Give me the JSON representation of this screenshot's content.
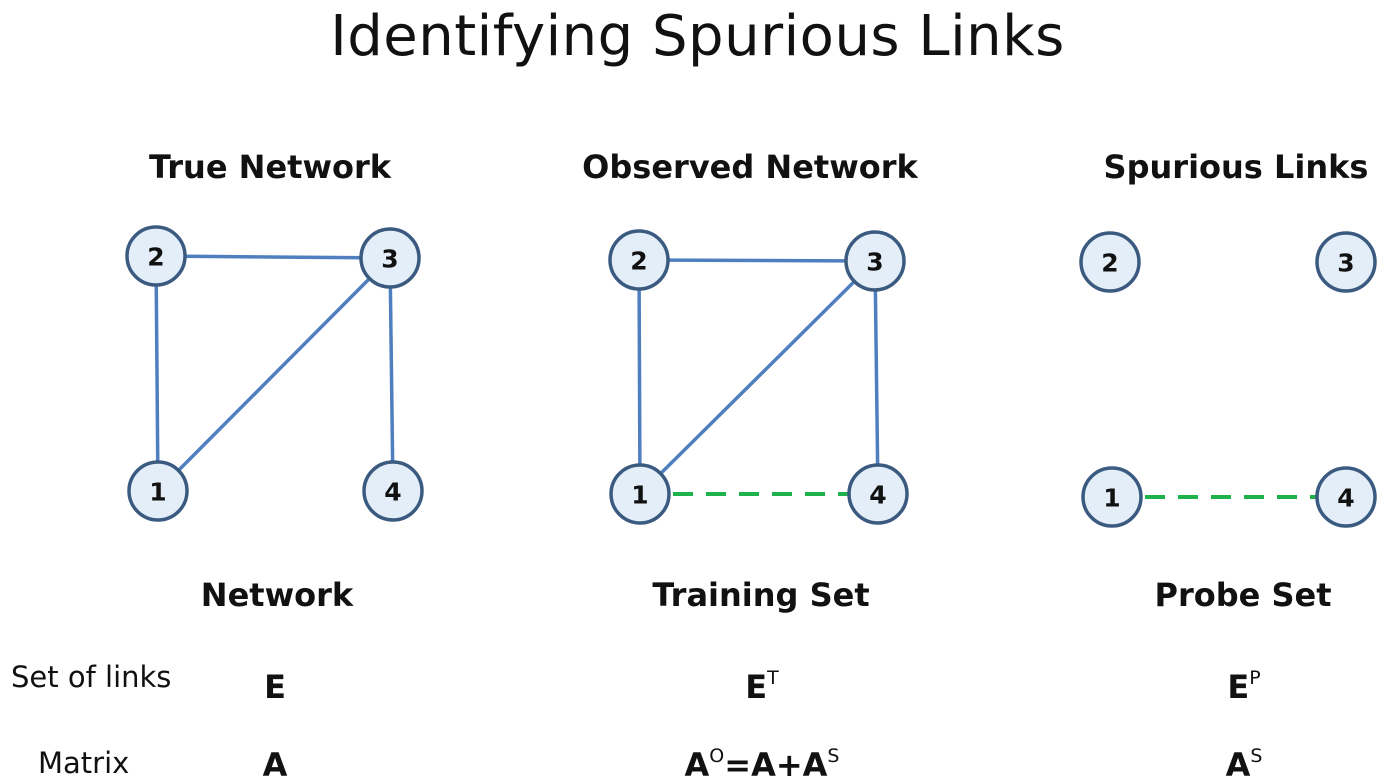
{
  "title": "Identifying Spurious Links",
  "colors": {
    "true_link": "#4f7fbf",
    "spurious_link": "#20b24a",
    "node_fill": "#e3eef9",
    "node_stroke": "#3a5a80"
  },
  "panels": [
    {
      "title": "True Network",
      "set_name": "Network",
      "set_symbol": {
        "base": "E",
        "sup": ""
      },
      "matrix_symbol": {
        "base": "A",
        "sup": "",
        "rest": "",
        "rest_sup": ""
      },
      "nodes": [
        "1",
        "2",
        "3",
        "4"
      ],
      "links": [
        [
          "2",
          "3"
        ],
        [
          "2",
          "1"
        ],
        [
          "1",
          "3"
        ],
        [
          "3",
          "4"
        ]
      ],
      "spurious_links": []
    },
    {
      "title": "Observed Network",
      "set_name": "Training Set",
      "set_symbol": {
        "base": "E",
        "sup": "T"
      },
      "matrix_symbol": {
        "base": "A",
        "sup": "O",
        "rest": "=A+A",
        "rest_sup": "S"
      },
      "nodes": [
        "1",
        "2",
        "3",
        "4"
      ],
      "links": [
        [
          "2",
          "3"
        ],
        [
          "2",
          "1"
        ],
        [
          "1",
          "3"
        ],
        [
          "3",
          "4"
        ]
      ],
      "spurious_links": [
        [
          "1",
          "4"
        ]
      ]
    },
    {
      "title": "Spurious Links",
      "set_name": "Probe Set",
      "set_symbol": {
        "base": "E",
        "sup": "P"
      },
      "matrix_symbol": {
        "base": "A",
        "sup": "S",
        "rest": "",
        "rest_sup": ""
      },
      "nodes": [
        "1",
        "2",
        "3",
        "4"
      ],
      "links": [],
      "spurious_links": [
        [
          "1",
          "4"
        ]
      ]
    }
  ],
  "rows": {
    "set_label": "Set of links",
    "matrix_label": "Matrix"
  }
}
